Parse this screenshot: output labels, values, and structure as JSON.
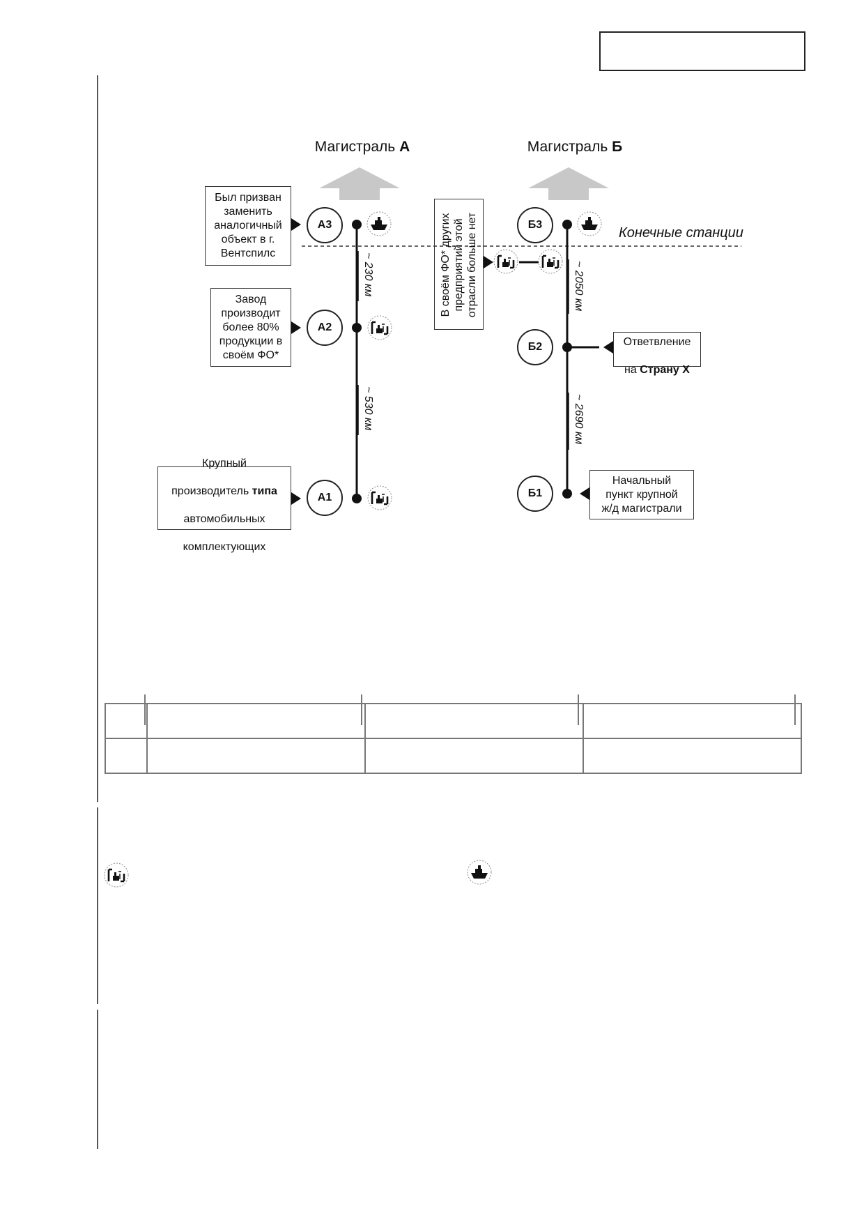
{
  "headings": {
    "a_prefix": "Магистраль ",
    "a_letter": "А",
    "b_prefix": "Магистраль ",
    "b_letter": "Б"
  },
  "stations": {
    "a3": "А3",
    "a2": "А2",
    "a1": "А1",
    "b3": "Б3",
    "b2": "Б2",
    "b1": "Б1"
  },
  "callouts": {
    "a3": "Был призван\nзаменить\nаналогичный\nобъект в г.\nВентспилс",
    "a2": "Завод\nпроизводит\nболее 80%\nпродукции в\nсвоём ФО*",
    "a1_line1": "Крупный",
    "a1_line2_prefix": "производитель ",
    "a1_line2_bold": "типа",
    "a1_line3": "автомобильных",
    "a1_line4": "комплектующих",
    "middle": "В своём ФО* других\nпредприятий этой\nотрасли больше нет",
    "b2_line1": "Ответвление",
    "b2_line2_prefix": "на ",
    "b2_line2_bold": "Страну Х",
    "b1": "Начальный\nпункт крупной\nж/д магистрали"
  },
  "distances": {
    "a3_a2": "~ 230 км",
    "a2_a1": "~ 530 км",
    "b3_b2": "~ 2050 км",
    "b2_b1": "~ 2690 км"
  },
  "end_stations_label": "Конечные станции",
  "icons": {
    "factory": "factory-icon",
    "ship": "ship-icon"
  },
  "colors": {
    "arrow": "#c8c8c8",
    "line": "#111111"
  }
}
